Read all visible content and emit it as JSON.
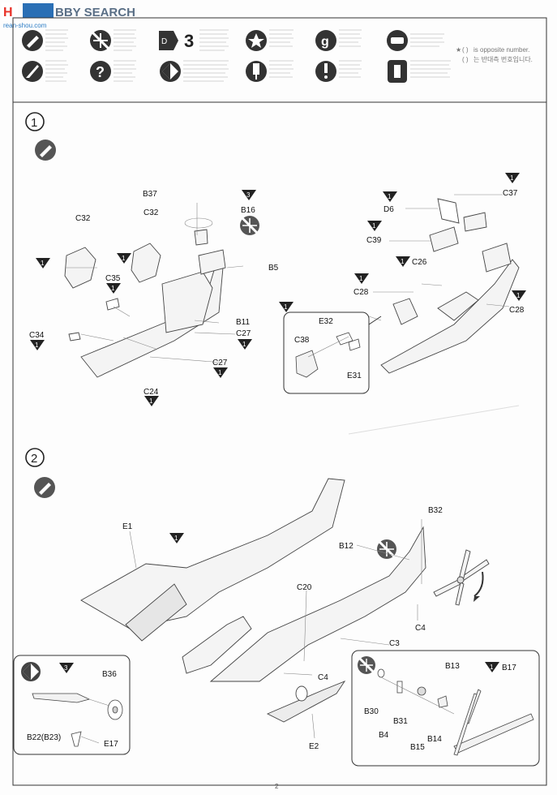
{
  "watermark": {
    "brand_left": "H",
    "brand_right": "BBY SEARCH",
    "sub": "rean-shou.com"
  },
  "legend": {
    "numeral": "3",
    "note_line1": "is opposite number.",
    "note_line2": "는 반대측 번호입니다.",
    "note_paren": "( )",
    "note_star": "★"
  },
  "steps": {
    "step1": "1",
    "step2": "2"
  },
  "labels": {
    "b37": "B37",
    "c32a": "C32",
    "c32b": "C32",
    "b16": "B16",
    "b5": "B5",
    "c35": "C35",
    "b11": "B11",
    "c27a": "C27",
    "c27b": "C27",
    "c34": "C34",
    "c24": "C24",
    "d6": "D6",
    "c37": "C37",
    "c39": "C39",
    "c26": "C26",
    "c28a": "C28",
    "c28b": "C28",
    "e32": "E32",
    "c38": "C38",
    "e31": "E31",
    "e1": "E1",
    "b32": "B32",
    "b12": "B12",
    "c20": "C20",
    "c4a": "C4",
    "c3": "C3",
    "c4b": "C4",
    "e2": "E2",
    "b36": "B36",
    "b22": "B22(B23)",
    "e17": "E17",
    "b13": "B13",
    "b17": "B17",
    "b30": "B30",
    "b31": "B31",
    "b4": "B4",
    "b15": "B15",
    "b14": "B14"
  },
  "badge_numbers": {
    "t1": "1",
    "t2": "1",
    "t3": "3",
    "t4": "1",
    "t5": "1",
    "t6": "1",
    "t7": "1",
    "t8": "1",
    "t9": "1",
    "t10": "1",
    "t11": "1",
    "t12": "1",
    "t13": "1",
    "t14": "1",
    "t15": "1",
    "t16": "1",
    "t17": "3",
    "t18": "1"
  },
  "page_number": "2"
}
